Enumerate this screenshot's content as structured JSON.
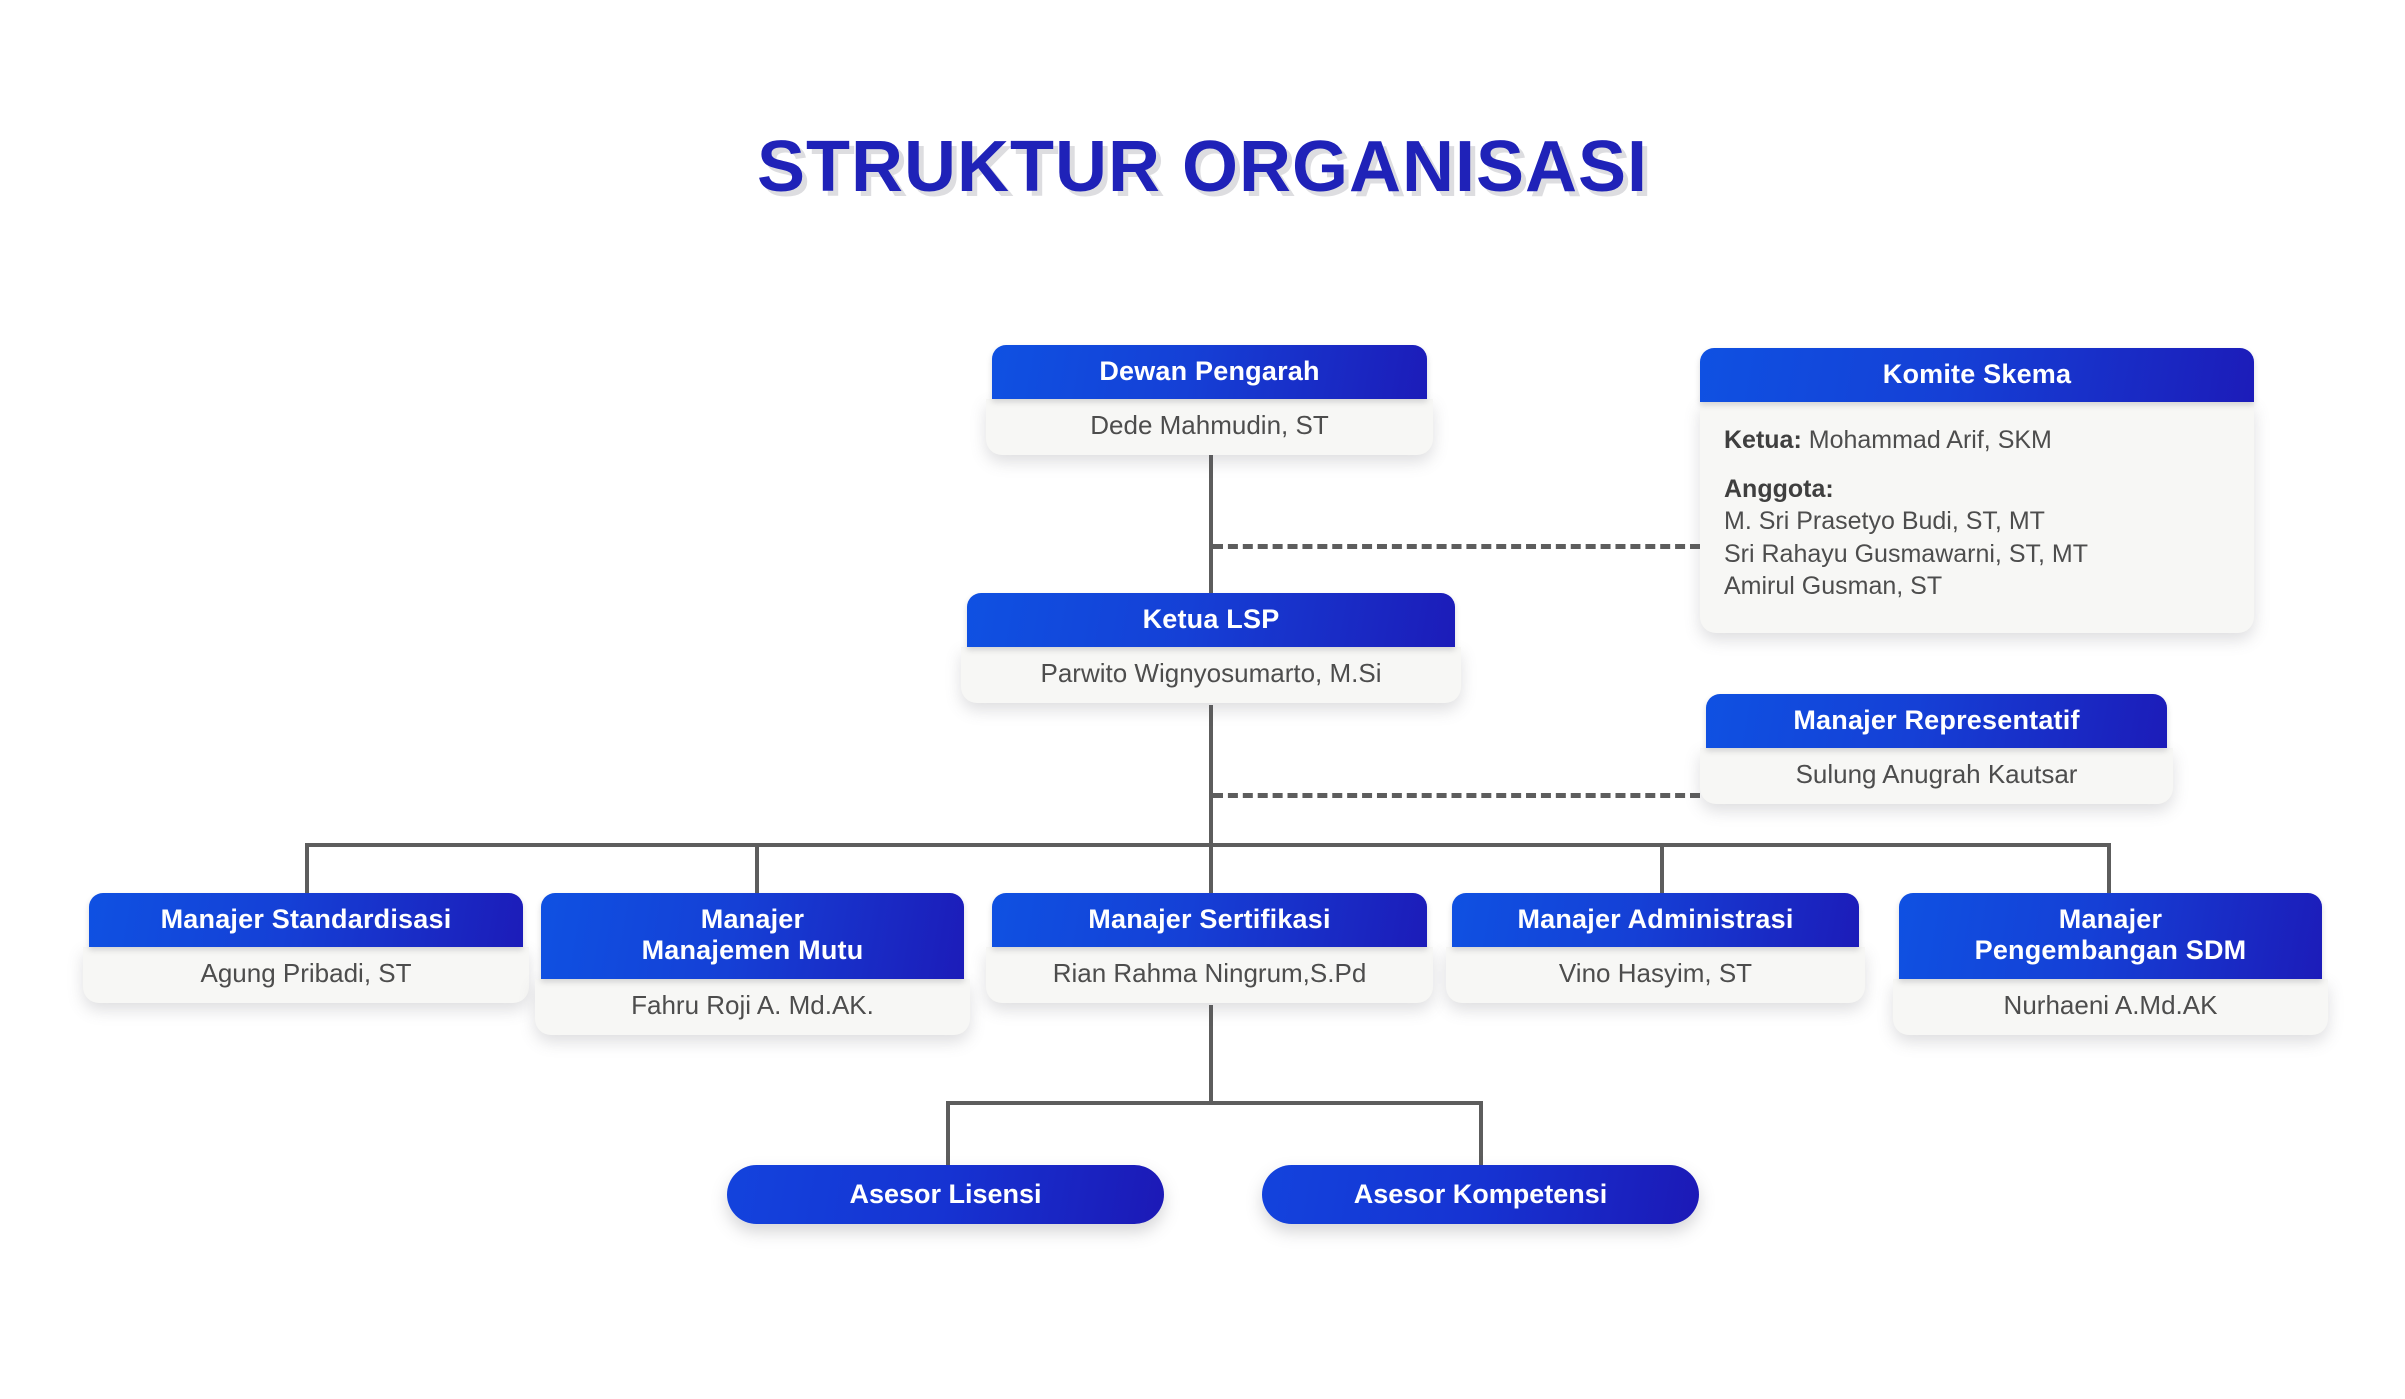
{
  "title": "STRUKTUR ORGANISASI",
  "colors": {
    "title": "#1f22b8",
    "header_gradient_start": "#0f51e2",
    "header_gradient_end": "#1c1cb9",
    "card_body_bg": "#f7f7f5",
    "body_text": "#4d4d4d",
    "connector": "#5d5d5d",
    "page_bg": "#ffffff"
  },
  "nodes": {
    "dewan_pengarah": {
      "title": "Dewan Pengarah",
      "name": "Dede Mahmudin, ST"
    },
    "komite_skema": {
      "title": "Komite Skema",
      "ketua_label": "Ketua:",
      "ketua_name": "Mohammad Arif, SKM",
      "anggota_label": "Anggota:",
      "anggota": [
        "M. Sri Prasetyo Budi, ST, MT",
        "Sri Rahayu Gusmawarni, ST, MT",
        "Amirul Gusman, ST"
      ]
    },
    "ketua_lsp": {
      "title": "Ketua LSP",
      "name": "Parwito Wignyosumarto, M.Si"
    },
    "manajer_representatif": {
      "title": "Manajer Representatif",
      "name": "Sulung Anugrah Kautsar"
    },
    "manajer_standardisasi": {
      "title": "Manajer Standardisasi",
      "name": "Agung Pribadi, ST"
    },
    "manajer_manajemen_mutu": {
      "title_line1": "Manajer",
      "title_line2": "Manajemen Mutu",
      "name": "Fahru Roji A. Md.AK."
    },
    "manajer_sertifikasi": {
      "title": "Manajer Sertifikasi",
      "name": "Rian Rahma Ningrum,S.Pd"
    },
    "manajer_administrasi": {
      "title": "Manajer Administrasi",
      "name": "Vino Hasyim, ST"
    },
    "manajer_pengembangan_sdm": {
      "title_line1": "Manajer",
      "title_line2": "Pengembangan SDM",
      "name": "Nurhaeni  A.Md.AK"
    },
    "asesor_lisensi": {
      "title": "Asesor  Lisensi"
    },
    "asesor_kompetensi": {
      "title": "Asesor Kompetensi"
    }
  }
}
